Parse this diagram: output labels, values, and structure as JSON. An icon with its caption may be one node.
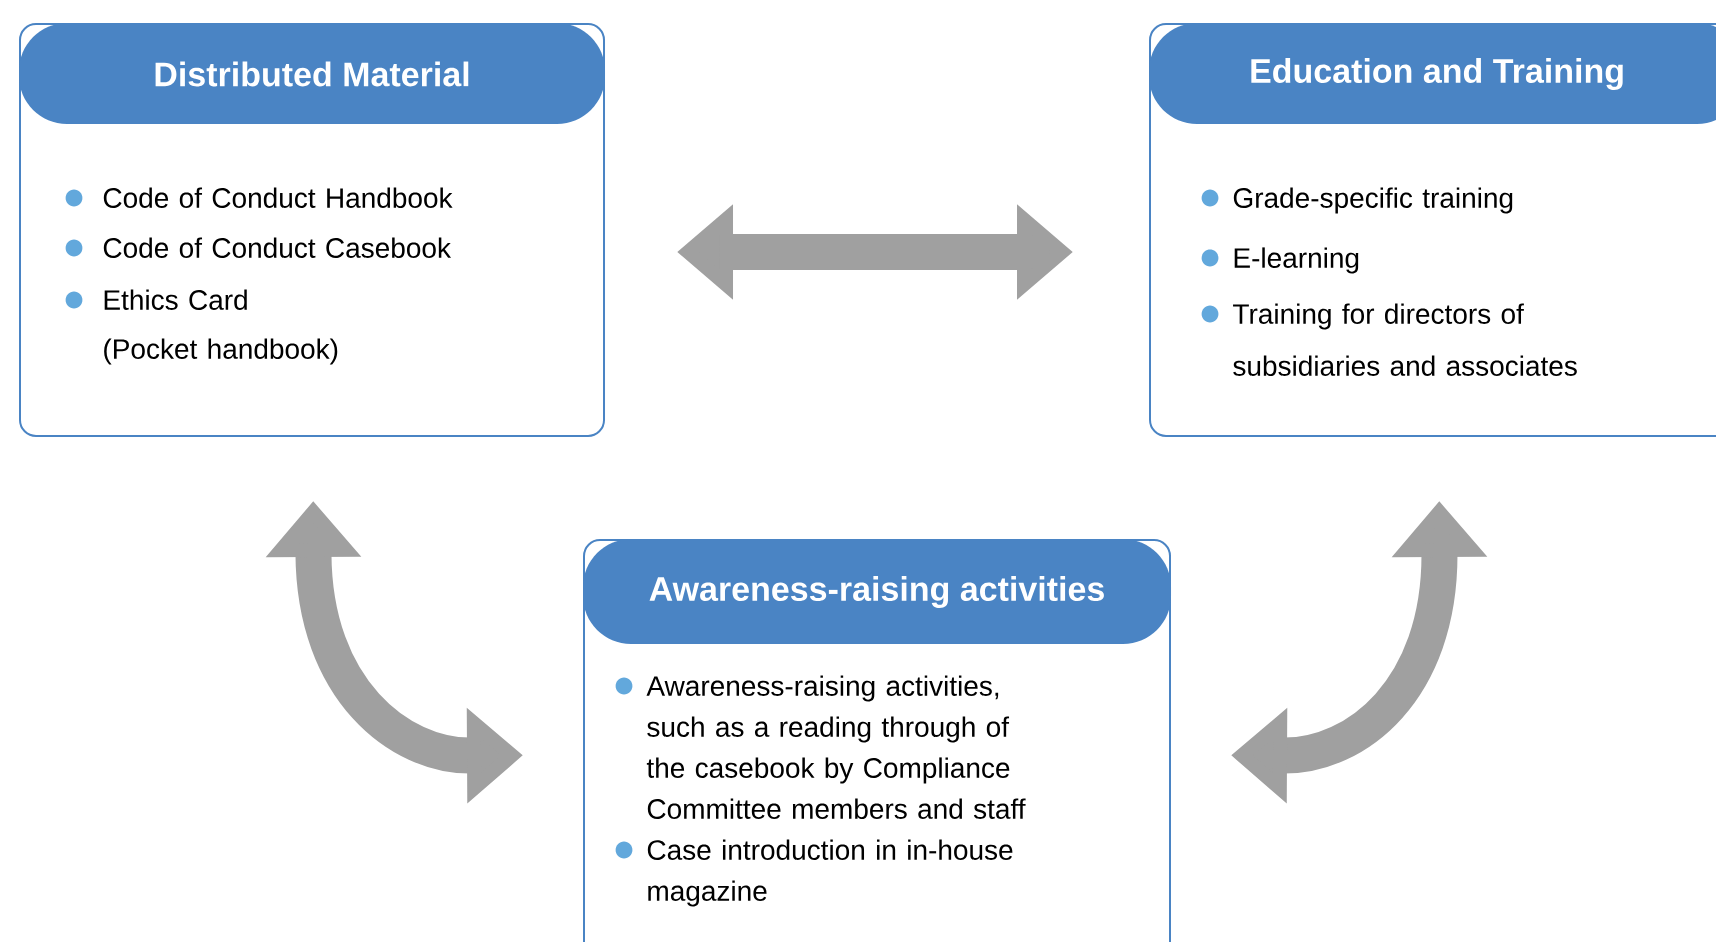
{
  "diagram": {
    "nodes": [
      {
        "text": [
          "Distributed Material",
          "Code of Conduct Handbook",
          "Code of Conduct Casebook",
          "Ethics Card (Pocket handbook)"
        ]
      },
      {
        "text": [
          "Education and Training",
          "Grade-specific training",
          "E-learning",
          "Training for directors of subsidiaries and associates"
        ]
      },
      {
        "text": [
          "Awareness-raising activities",
          "Awareness-raising activities, such as a reading through of the casebook by Compliance Committee members and staff",
          "Case introduction in in-house magazine"
        ]
      }
    ],
    "edges": [
      {
        "from": 0,
        "to": 1,
        "arrow": "both"
      },
      {
        "from": 0,
        "to": 2,
        "arrow": "both"
      },
      {
        "from": 1,
        "to": 2,
        "arrow": "both"
      }
    ]
  }
}
